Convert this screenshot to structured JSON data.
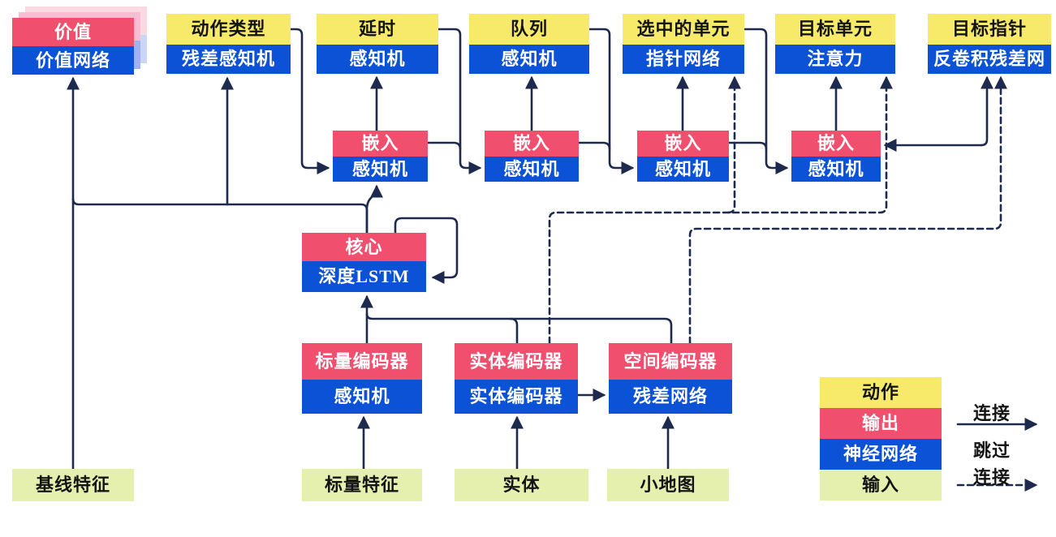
{
  "nodes": {
    "value": {
      "top": "价值",
      "bottom": "价值网络"
    },
    "action_type": {
      "top": "动作类型",
      "bottom": "残差感知机"
    },
    "delay": {
      "top": "延时",
      "bottom": "感知机"
    },
    "queue": {
      "top": "队列",
      "bottom": "感知机"
    },
    "selected_units": {
      "top": "选中的单元",
      "bottom": "指针网络"
    },
    "target_unit": {
      "top": "目标单元",
      "bottom": "注意力"
    },
    "target_point": {
      "top": "目标指针",
      "bottom": "反卷积残差网"
    },
    "embed_1": {
      "top": "嵌入",
      "bottom": "感知机"
    },
    "embed_2": {
      "top": "嵌入",
      "bottom": "感知机"
    },
    "embed_3": {
      "top": "嵌入",
      "bottom": "感知机"
    },
    "embed_4": {
      "top": "嵌入",
      "bottom": "感知机"
    },
    "core": {
      "top": "核心",
      "bottom": "深度LSTM"
    },
    "scalar_encoder": {
      "top": "标量编码器",
      "bottom": "感知机"
    },
    "entity_encoder": {
      "top": "实体编码器",
      "bottom": "实体编码器"
    },
    "spatial_encoder": {
      "top": "空间编码器",
      "bottom": "残差网络"
    },
    "baseline_features": {
      "label": "基线特征"
    },
    "scalar_features": {
      "label": "标量特征"
    },
    "entities": {
      "label": "实体"
    },
    "minimap": {
      "label": "小地图"
    }
  },
  "legend": {
    "action": "动作",
    "output": "输出",
    "network": "神经网络",
    "input": "输入",
    "solid_connection": "连接",
    "skip_line1": "跳过",
    "skip_line2": "连接"
  },
  "colors": {
    "action": "#F7EA6A",
    "output": "#F0506E",
    "network": "#0B52D6",
    "input": "#E6F0AE",
    "connector": "#1E2A4D"
  }
}
